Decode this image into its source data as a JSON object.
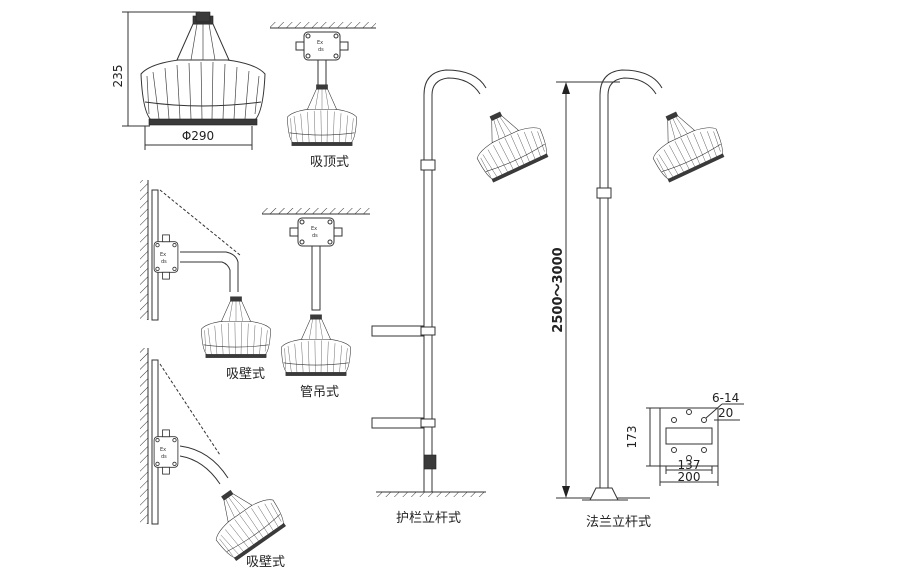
{
  "labels": {
    "ceiling": "吸顶式",
    "wall_1": "吸壁式",
    "pendant": "管吊式",
    "wall_2": "吸壁式",
    "guardrail_pole": "护栏立杆式",
    "flange_pole": "法兰立杆式"
  },
  "dimensions": {
    "height": "235",
    "diameter": "Φ290",
    "pole_height": "2500～3000",
    "flange_height": "173",
    "flange_holes": "6-14",
    "flange_edge": "20",
    "flange_inner": "137",
    "flange_outer": "200"
  },
  "junction_box_text": [
    "Ex",
    "ds"
  ]
}
